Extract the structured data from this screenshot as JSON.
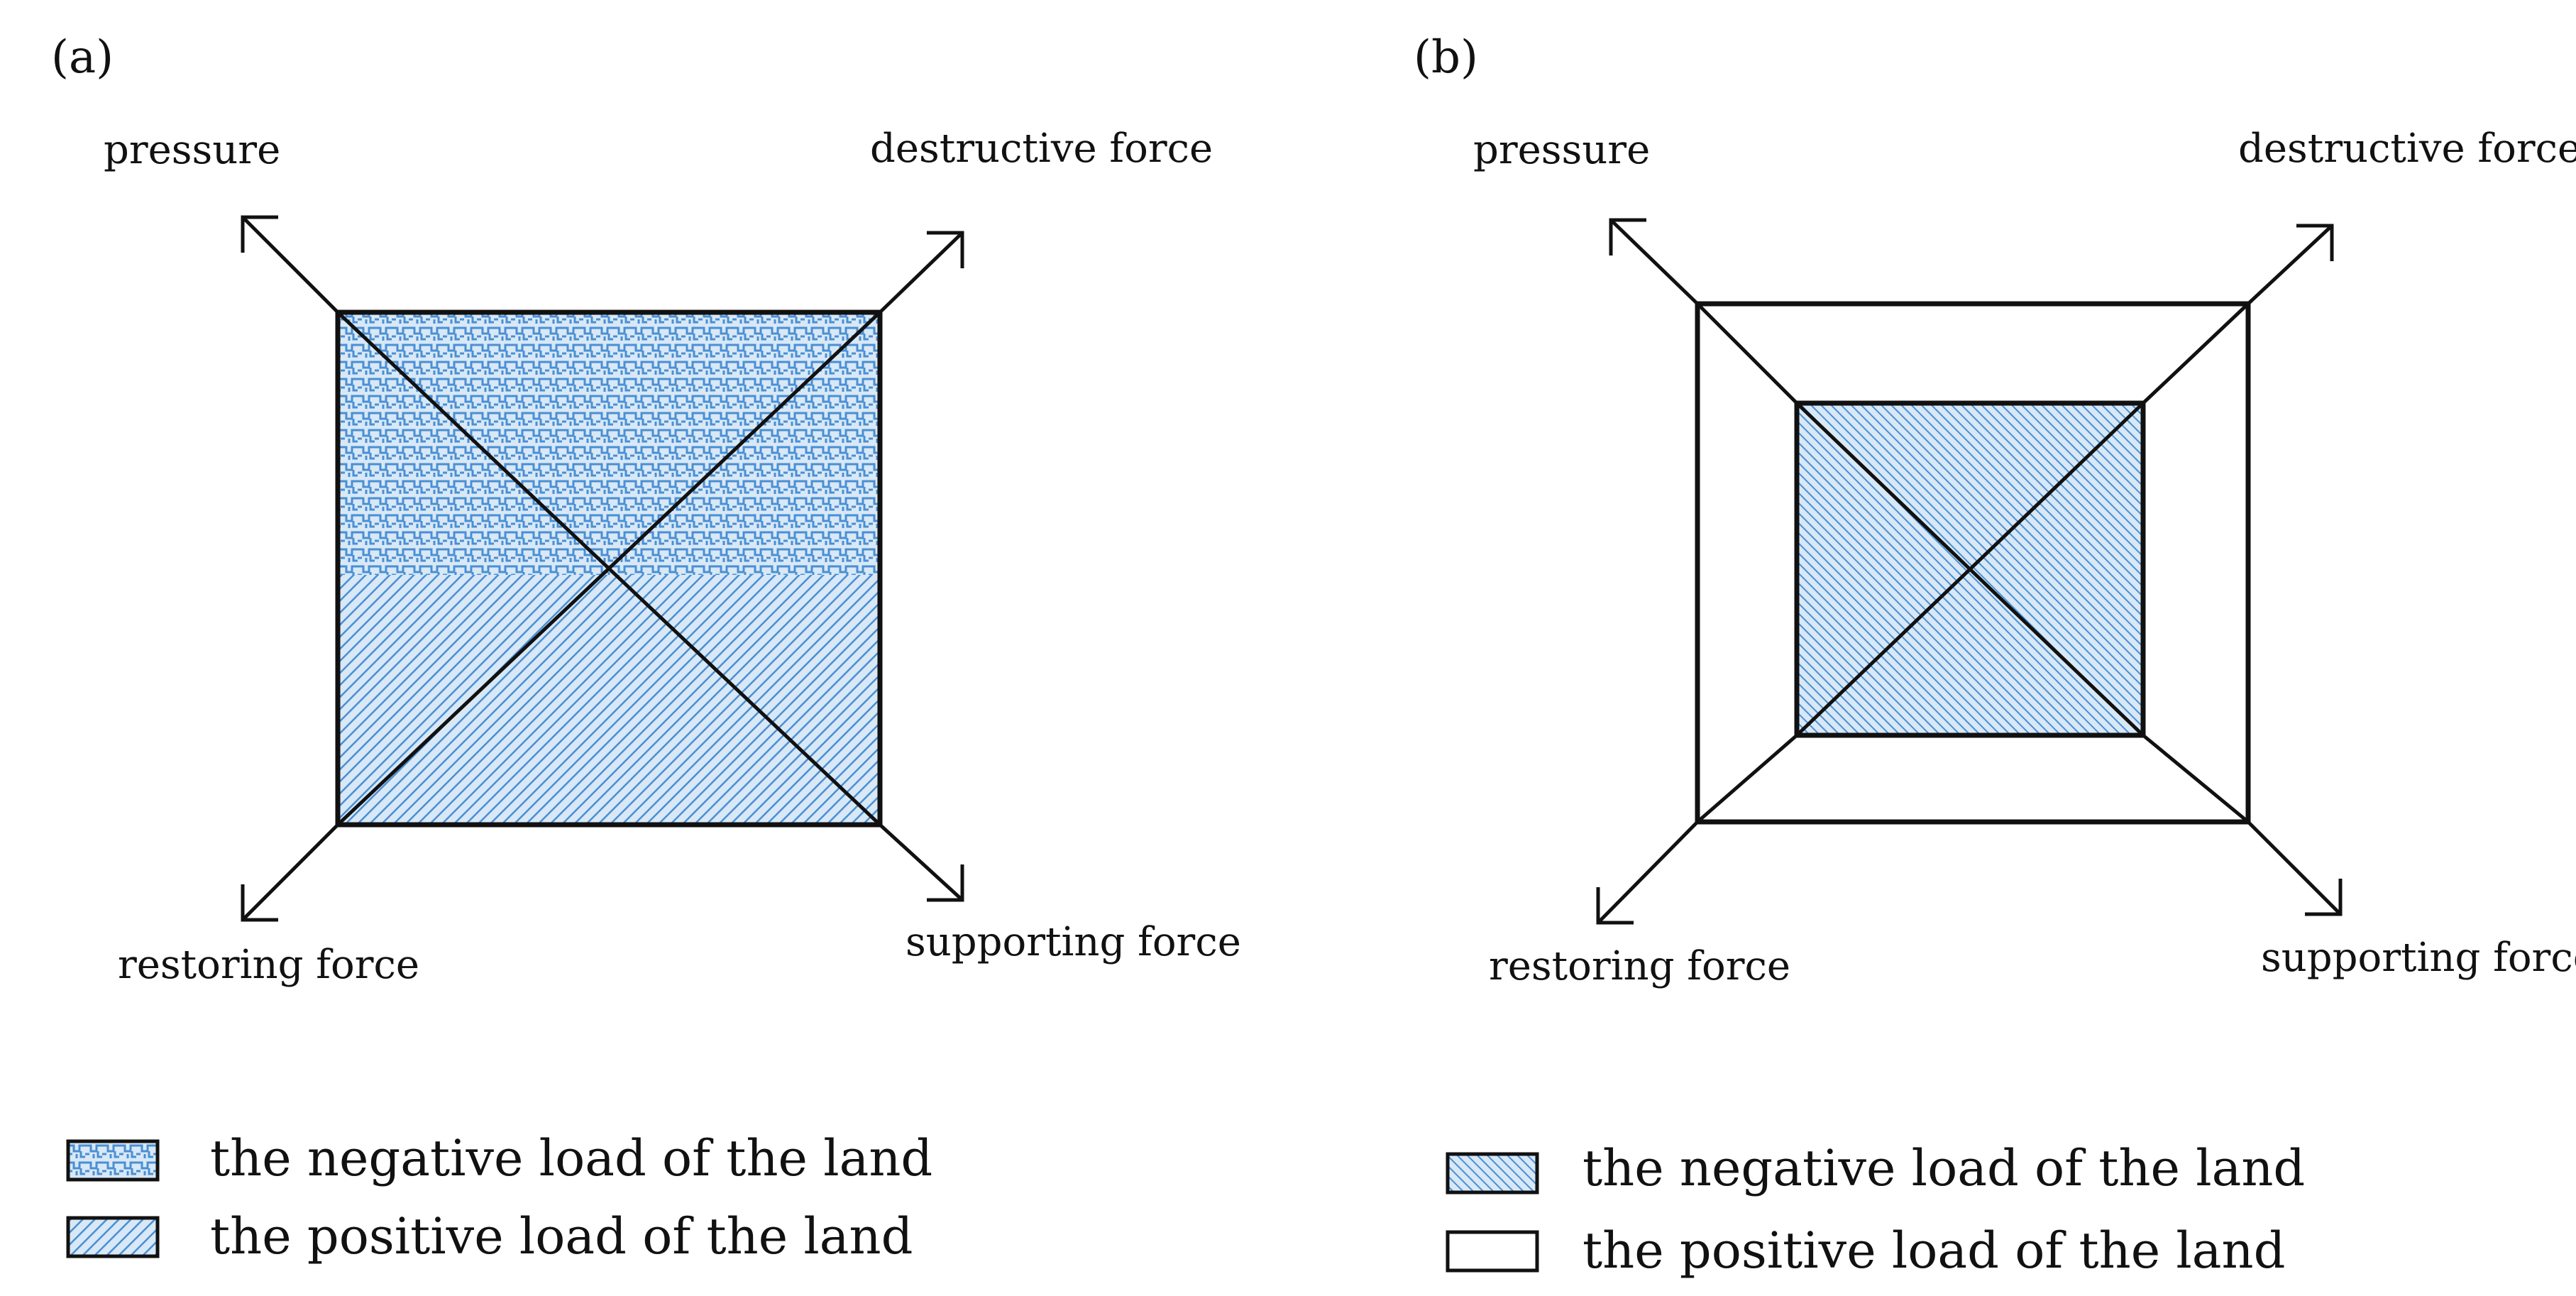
{
  "colors": {
    "stroke": "#111111",
    "hatch_blue": "#4a8fd4",
    "fill_light": "#d8e8f6",
    "background": "#ffffff"
  },
  "panel_a": {
    "label": "(a)",
    "corners": {
      "top_left": "pressure",
      "top_right": "destructive force",
      "bottom_left": "restoring force",
      "bottom_right": "supporting force"
    },
    "legend": [
      {
        "pattern": "maze-hatch",
        "label": "the negative load of the land"
      },
      {
        "pattern": "diagonal-hatch",
        "label": "the positive load of the land"
      }
    ]
  },
  "panel_b": {
    "label": "(b)",
    "corners": {
      "top_left": "pressure",
      "top_right": "destructive force",
      "bottom_left": "restoring force",
      "bottom_right": "supporting force"
    },
    "legend": [
      {
        "pattern": "diagonal-hatch-fine",
        "label": "the negative load of the land"
      },
      {
        "pattern": "empty",
        "label": "the positive load of the land"
      }
    ]
  }
}
